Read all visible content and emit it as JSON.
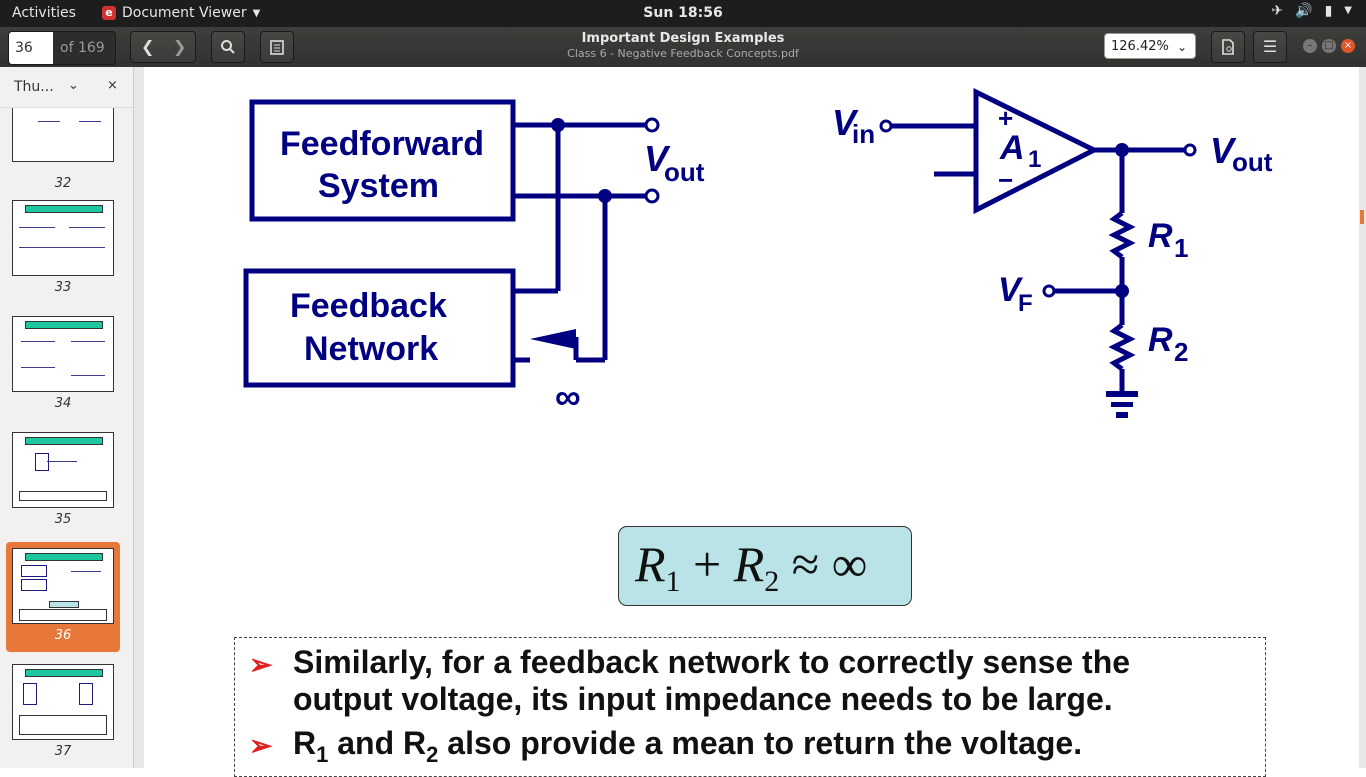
{
  "topbar": {
    "activities": "Activities",
    "app_name": "Document Viewer",
    "clock": "Sun 18:56"
  },
  "toolbar": {
    "page_number": "36",
    "page_of": "of 169",
    "doc_title": "Important Design Examples",
    "doc_subtitle": "Class 6 - Negative Feedback Concepts.pdf",
    "zoom": "126.42%"
  },
  "sidebar": {
    "view_label": "Thu...",
    "thumbnails": [
      {
        "num": "32"
      },
      {
        "num": "33"
      },
      {
        "num": "34"
      },
      {
        "num": "35"
      },
      {
        "num": "36",
        "selected": true
      },
      {
        "num": "37"
      }
    ]
  },
  "slide": {
    "left_diagram": {
      "ff_line1": "Feedforward",
      "ff_line2": "System",
      "fb_line1": "Feedback",
      "fb_line2": "Network",
      "vout": "V",
      "vout_sub": "out",
      "infinity": "∞"
    },
    "right_diagram": {
      "vin": "V",
      "vin_sub": "in",
      "amp": "A",
      "amp_sub": "1",
      "plus": "+",
      "minus": "−",
      "vout": "V",
      "vout_sub": "out",
      "r1": "R",
      "r1_sub": "1",
      "vf": "V",
      "vf_sub": "F",
      "r2": "R",
      "r2_sub": "2"
    },
    "formula": {
      "r1": "R",
      "r1_sub": "1",
      "plus": "+",
      "r2": "R",
      "r2_sub": "2",
      "approx": "≈ ∞"
    },
    "bullets": {
      "b1_line1": "Similarly, for a feedback network to correctly sense the",
      "b1_line2": "output voltage, its input impedance needs to be large.",
      "b2_r1": "R",
      "b2_sub1": "1",
      "b2_and": "and R",
      "b2_sub2": "2",
      "b2_rest": "also provide a mean to return the voltage."
    }
  }
}
